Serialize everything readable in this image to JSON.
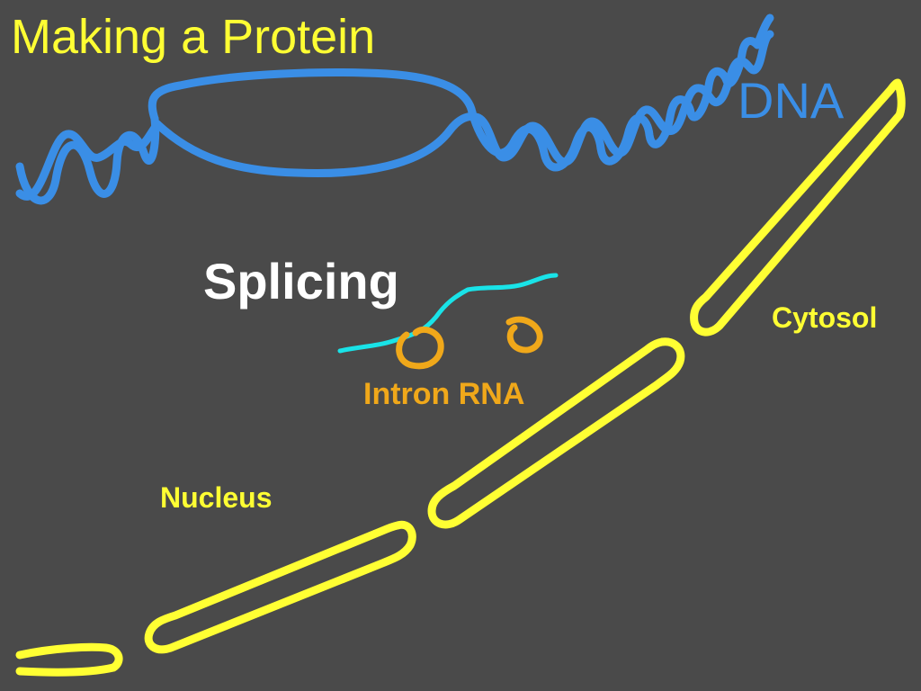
{
  "slide": {
    "title": "Making a Protein"
  },
  "labels": {
    "dna": "DNA",
    "splicing": "Splicing",
    "intron_rna": "Intron RNA",
    "cytosol": "Cytosol",
    "nucleus": "Nucleus"
  },
  "colors": {
    "background": "#4a4a4a",
    "title": "#ffff33",
    "dna": "#3a8ee6",
    "membrane": "#ffff33",
    "mrna": "#19e3e8",
    "intron": "#f0a81a",
    "splicing_text": "#ffffff"
  }
}
